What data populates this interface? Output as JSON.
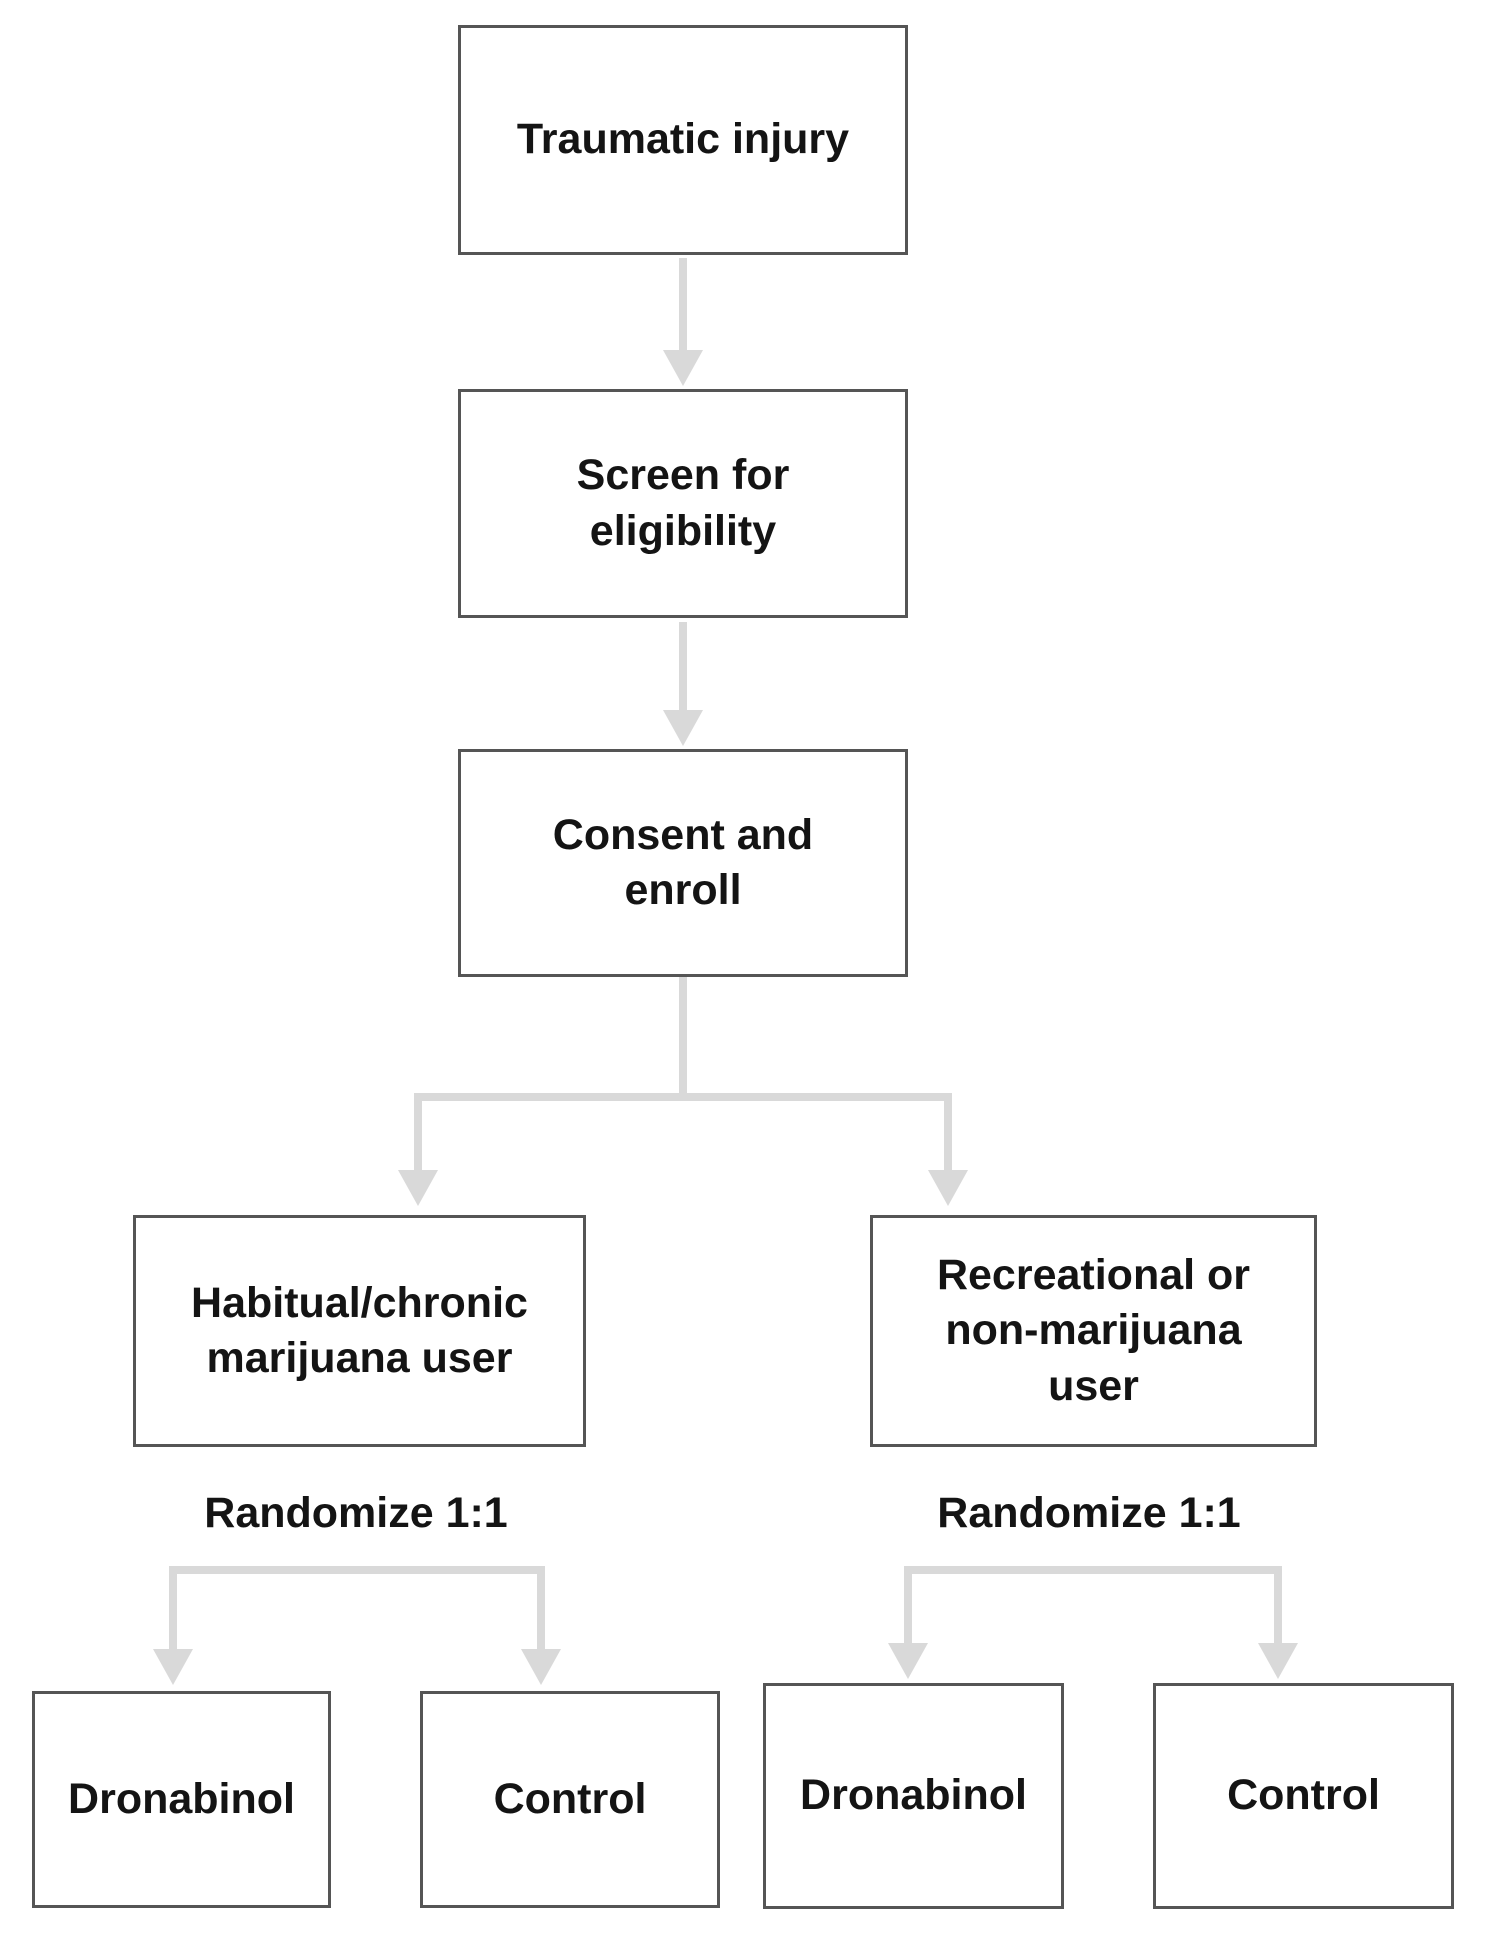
{
  "diagram": {
    "description": "Clinical trial enrollment and randomization flowchart",
    "nodes": {
      "traumatic": {
        "label": "Traumatic injury"
      },
      "screen": {
        "label": "Screen for\neligibility"
      },
      "consent": {
        "label": "Consent and\nenroll"
      },
      "habitual": {
        "label": "Habitual/chronic\nmarijuana user"
      },
      "recreational": {
        "label": "Recreational or\nnon-marijuana\nuser"
      },
      "dronabinol_habitual": {
        "label": "Dronabinol"
      },
      "control_habitual": {
        "label": "Control"
      },
      "dronabinol_recreational": {
        "label": "Dronabinol"
      },
      "control_recreational": {
        "label": "Control"
      }
    },
    "annotations": {
      "randomize_left": "Randomize 1:1",
      "randomize_right": "Randomize 1:1"
    },
    "edges": [
      {
        "from": "Traumatic injury",
        "to": "Screen for eligibility"
      },
      {
        "from": "Screen for eligibility",
        "to": "Consent and enroll"
      },
      {
        "from": "Consent and enroll",
        "to": "Habitual/chronic marijuana user"
      },
      {
        "from": "Consent and enroll",
        "to": "Recreational or non-marijuana user"
      },
      {
        "from": "Habitual/chronic marijuana user",
        "to": "Dronabinol",
        "label": "Randomize 1:1"
      },
      {
        "from": "Habitual/chronic marijuana user",
        "to": "Control",
        "label": "Randomize 1:1"
      },
      {
        "from": "Recreational or non-marijuana user",
        "to": "Dronabinol",
        "label": "Randomize 1:1"
      },
      {
        "from": "Recreational or non-marijuana user",
        "to": "Control",
        "label": "Randomize 1:1"
      }
    ],
    "colors": {
      "box_border": "#555555",
      "connector": "#d9d9d9",
      "text": "#141414",
      "background": "#ffffff"
    }
  }
}
